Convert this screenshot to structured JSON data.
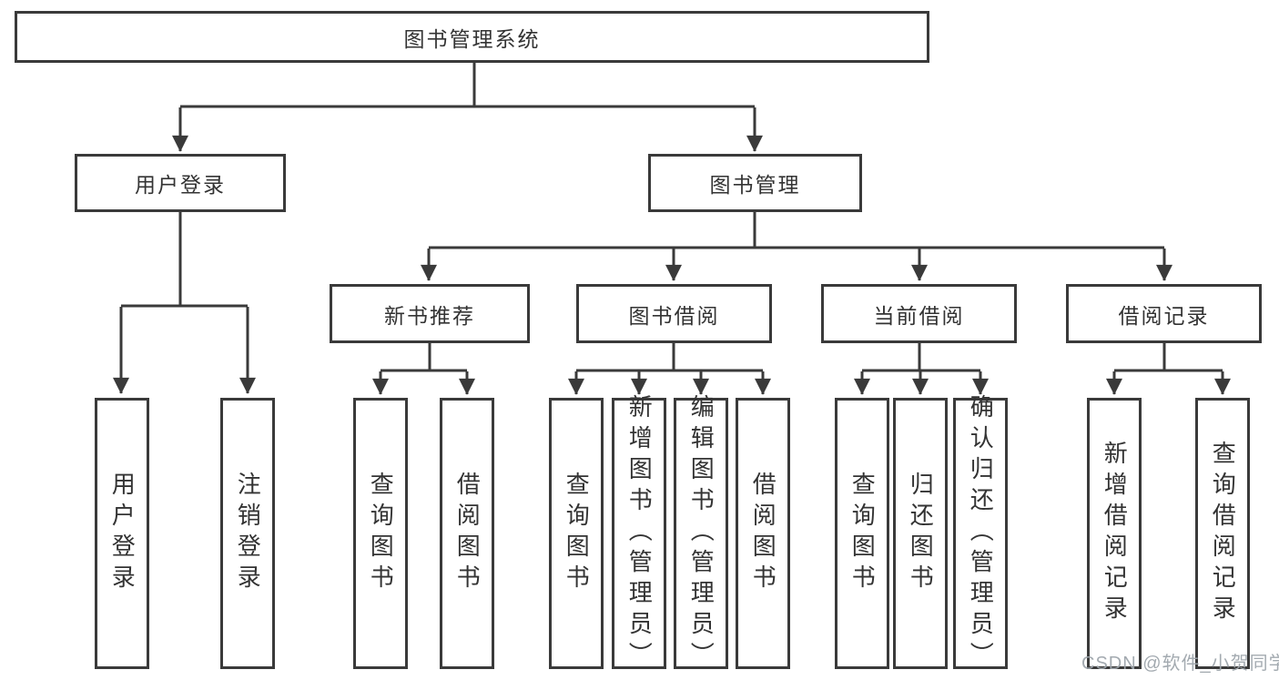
{
  "tree": {
    "root": {
      "label": "图书管理系统"
    },
    "branches": [
      {
        "label": "用户登录",
        "children": [
          {
            "label": "用户登录"
          },
          {
            "label": "注销登录"
          }
        ]
      },
      {
        "label": "图书管理",
        "children": [
          {
            "label": "新书推荐",
            "children": [
              {
                "label": "查询图书"
              },
              {
                "label": "借阅图书"
              }
            ]
          },
          {
            "label": "图书借阅",
            "children": [
              {
                "label": "查询图书"
              },
              {
                "label": "新增图书（管理员）"
              },
              {
                "label": "编辑图书（管理员）"
              },
              {
                "label": "借阅图书"
              }
            ]
          },
          {
            "label": "当前借阅",
            "children": [
              {
                "label": "查询图书"
              },
              {
                "label": "归还图书"
              },
              {
                "label": "确认归还（管理员）"
              }
            ]
          },
          {
            "label": "借阅记录",
            "children": [
              {
                "label": "新增借阅记录"
              },
              {
                "label": "查询借阅记录"
              }
            ]
          }
        ]
      }
    ]
  },
  "watermark": "CSDN @软件_小贺同学",
  "colors": {
    "line": "#3a3a3a",
    "text": "#333333",
    "watermark": "#9ea5ac",
    "background": "#ffffff"
  }
}
